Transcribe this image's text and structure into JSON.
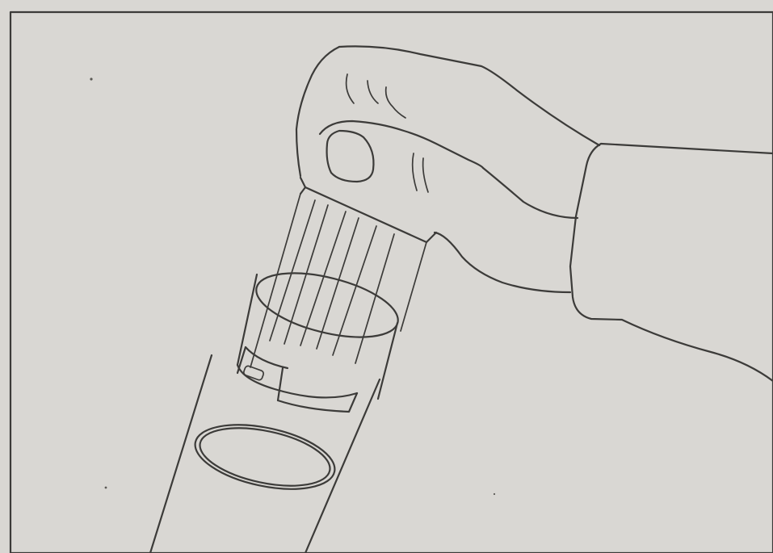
{
  "illustration": {
    "subject": "hand-pressing-plunger-into-tube",
    "style": "black line drawing on grey paper",
    "colors": {
      "paper": "#d9d7d3",
      "ink": "#3c3b39"
    },
    "frame": "rectangular-border"
  }
}
